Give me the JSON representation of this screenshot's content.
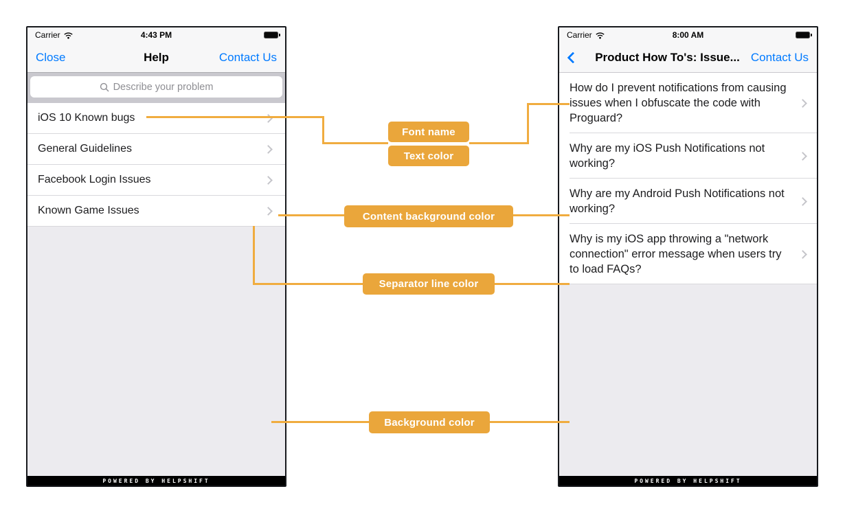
{
  "colors": {
    "accent": "#EAA63B",
    "connector": "#F0AC3F",
    "ios_blue": "#007AFF",
    "separator": "#D8D8DC",
    "content_bg": "#FFFFFF",
    "screen_bg": "#ECEBEF",
    "bar_bg": "#F7F7F8",
    "search_band": "#C9C8CE",
    "placeholder": "#8E8E93",
    "text": "#1C1C1E",
    "chevron": "#C5C5CA",
    "footer_bg": "#000000",
    "footer_text": "#FFFFFF"
  },
  "annotations": {
    "font_name": "Font name",
    "text_color": "Text color",
    "content_background_color": "Content background color",
    "separator_line_color": "Separator line color",
    "background_color": "Background color"
  },
  "left_phone": {
    "status": {
      "carrier": "Carrier",
      "time": "4:43 PM"
    },
    "nav": {
      "left": "Close",
      "title": "Help",
      "right": "Contact Us"
    },
    "search": {
      "placeholder": "Describe your problem"
    },
    "list": [
      "iOS 10 Known bugs",
      "General Guidelines",
      "Facebook Login Issues",
      "Known Game Issues"
    ],
    "footer": "POWERED BY HELPSHIFT"
  },
  "right_phone": {
    "status": {
      "carrier": "Carrier",
      "time": "8:00 AM"
    },
    "nav": {
      "title": "Product How To's: Issue...",
      "right": "Contact Us"
    },
    "list": [
      "How do I prevent notifications from causing issues when I obfuscate the code with Proguard?",
      "Why are my iOS Push Notifications not working?",
      "Why are my Android Push Notifications not working?",
      "Why is my iOS app throwing a \"network connection\" error message when users try to load FAQs?"
    ],
    "footer": "POWERED BY HELPSHIFT"
  },
  "icons": {
    "wifi": "wifi-icon",
    "battery": "battery-icon",
    "search": "search-icon",
    "chevron_right": "chevron-right-icon",
    "back_chevron": "back-chevron-icon"
  }
}
